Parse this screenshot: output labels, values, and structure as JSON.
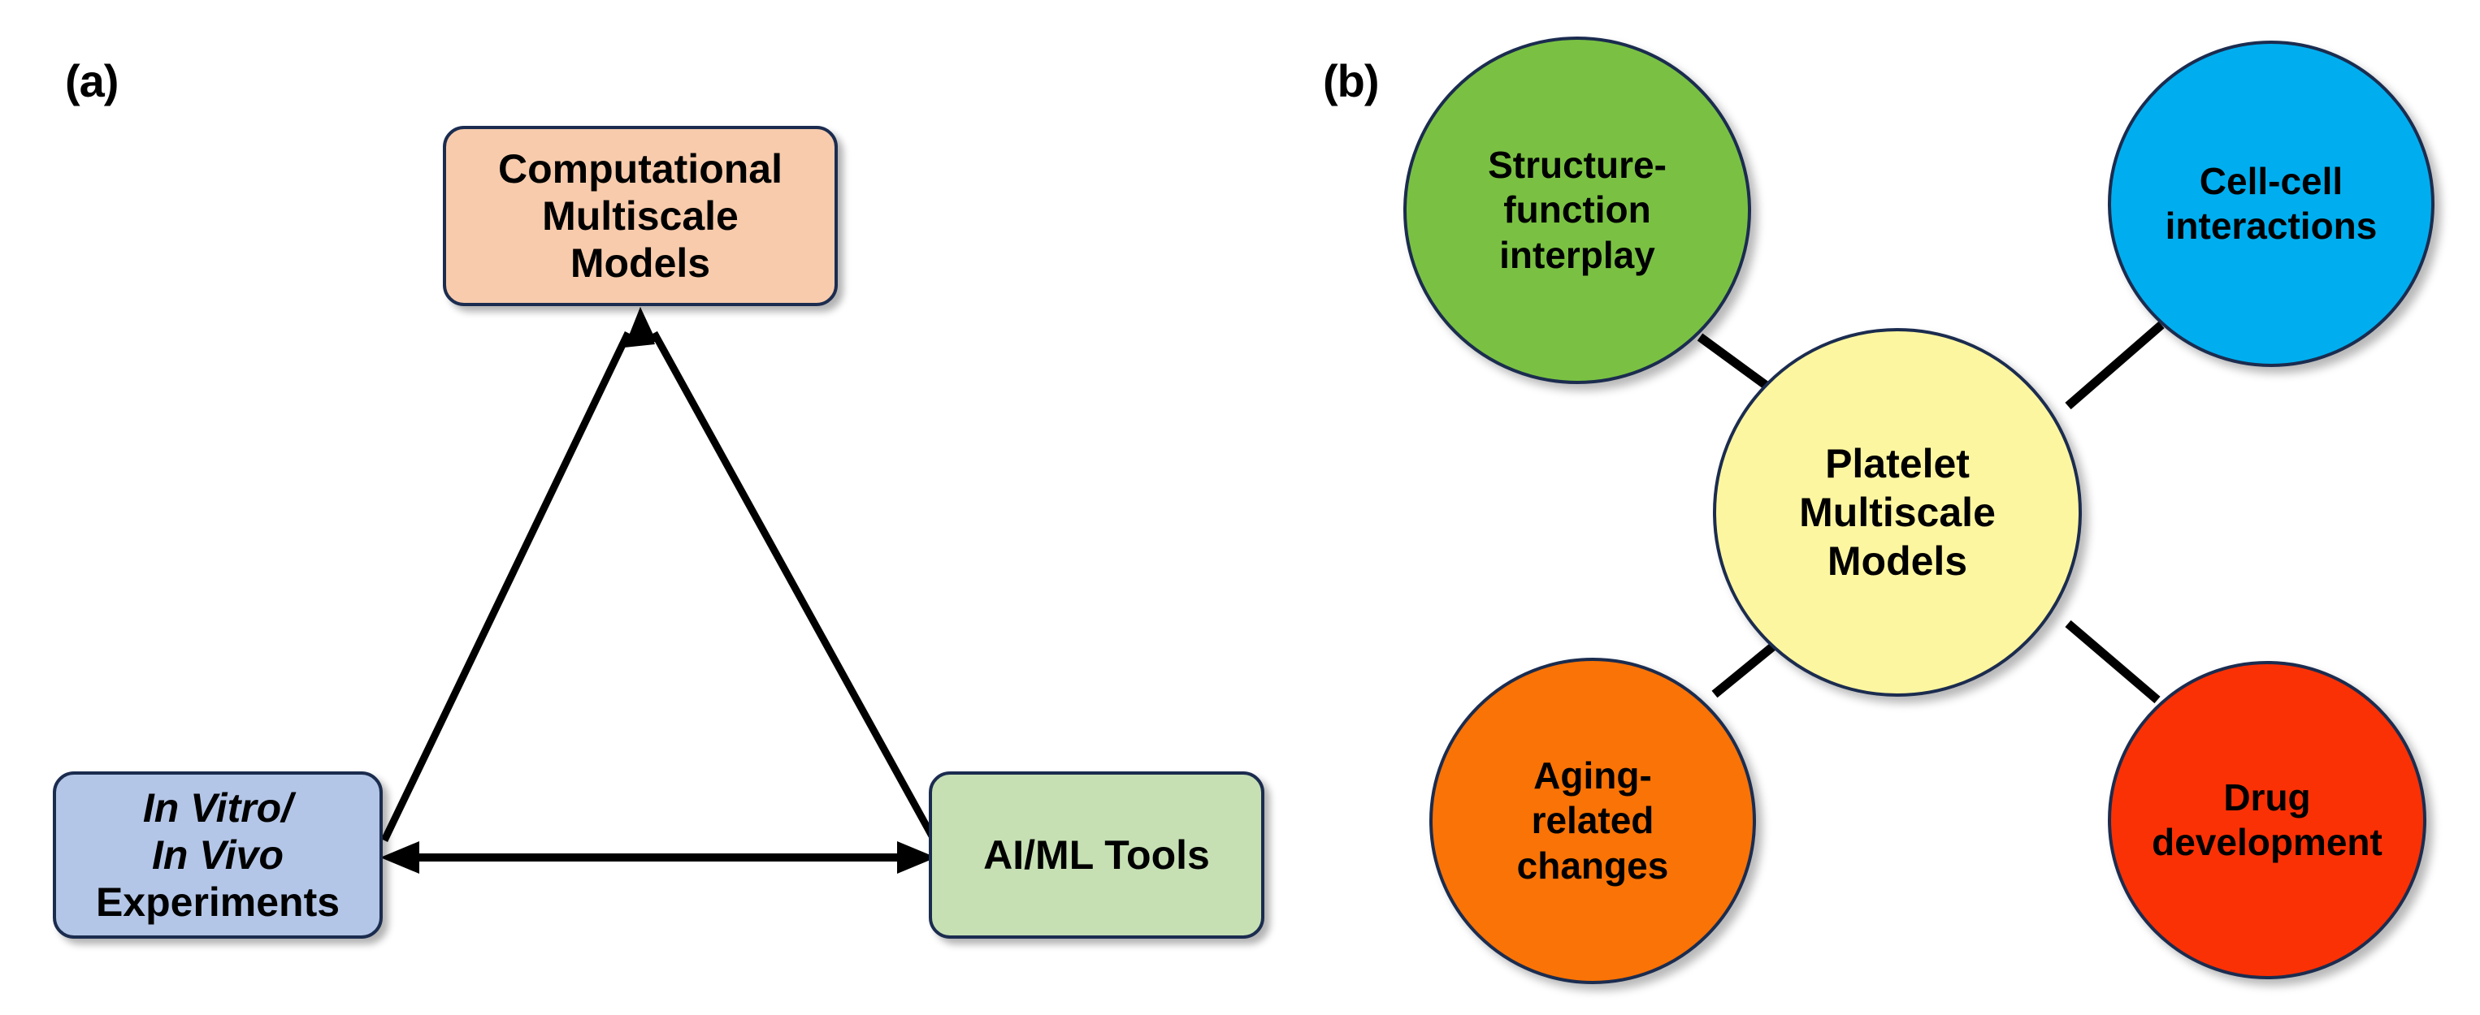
{
  "figure": {
    "panels": [
      {
        "id": "a",
        "label": "(a)",
        "type": "triangle-flow-diagram",
        "nodes": [
          {
            "id": "computational-multiscale-models",
            "lines": [
              "Computational",
              "Multiscale",
              "Models"
            ],
            "fill": "#f7cbac",
            "stroke": "#1b2c4f",
            "shape": "rounded-rectangle"
          },
          {
            "id": "in-vitro-in-vivo-experiments",
            "lines": [
              "In Vitro/",
              "In Vivo",
              "Experiments"
            ],
            "italic_lines": [
              true,
              true,
              false
            ],
            "fill": "#b4c6e7",
            "stroke": "#1b2c4f",
            "shape": "rounded-rectangle"
          },
          {
            "id": "ai-ml-tools",
            "lines": [
              "AI/ML Tools"
            ],
            "fill": "#c6e0b4",
            "stroke": "#1b2c4f",
            "shape": "rounded-rectangle"
          }
        ],
        "edges": [
          {
            "from": "in-vitro-in-vivo-experiments",
            "to": "computational-multiscale-models",
            "arrow": "single-head"
          },
          {
            "from": "ai-ml-tools",
            "to": "computational-multiscale-models",
            "arrow": "single-head"
          },
          {
            "from": "in-vitro-in-vivo-experiments",
            "to": "ai-ml-tools",
            "arrow": "double-head"
          }
        ]
      },
      {
        "id": "b",
        "label": "(b)",
        "type": "hub-and-spoke-diagram",
        "hub": {
          "id": "platelet-multiscale-models",
          "lines": [
            "Platelet",
            "Multiscale",
            "Models"
          ],
          "fill": "#fdf6a0",
          "stroke": "#1b2c4f",
          "shape": "circle"
        },
        "spokes": [
          {
            "id": "structure-function-interplay",
            "lines": [
              "Structure-",
              "function",
              "interplay"
            ],
            "fill": "#7ac143",
            "stroke": "#1b2c4f",
            "position": "top-left"
          },
          {
            "id": "cell-cell-interactions",
            "lines": [
              "Cell-cell",
              "interactions"
            ],
            "fill": "#00aeef",
            "stroke": "#1b2c4f",
            "position": "top-right"
          },
          {
            "id": "aging-related-changes",
            "lines": [
              "Aging-",
              "related",
              "changes"
            ],
            "fill": "#f97306",
            "stroke": "#1b2c4f",
            "position": "bottom-left"
          },
          {
            "id": "drug-development",
            "lines": [
              "Drug",
              "development"
            ],
            "fill": "#fa3105",
            "stroke": "#1b2c4f",
            "position": "bottom-right"
          }
        ],
        "connector_color": "#000000"
      }
    ],
    "background": "#ffffff",
    "text_color": "#000000"
  }
}
